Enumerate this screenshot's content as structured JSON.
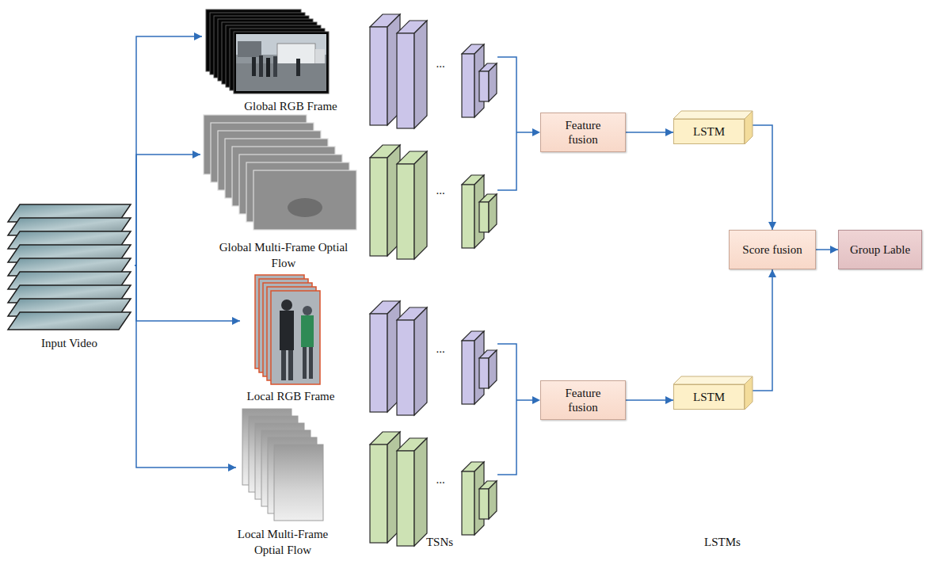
{
  "diagram": {
    "nodes": [
      {
        "text": [
          "Input Video"
        ]
      },
      {
        "text": [
          "Global RGB Frame"
        ]
      },
      {
        "text": [
          "Global Multi-Frame Optial Flow"
        ]
      },
      {
        "text": [
          "Local RGB Frame"
        ]
      },
      {
        "text": [
          "Local Multi-Frame Optial Flow"
        ]
      },
      {
        "text": [
          "Feature fusion"
        ]
      },
      {
        "text": [
          "LSTM"
        ]
      },
      {
        "text": [
          "Feature fusion"
        ]
      },
      {
        "text": [
          "LSTM"
        ]
      },
      {
        "text": [
          "Score fusion"
        ]
      },
      {
        "text": [
          "Group Lable"
        ]
      }
    ],
    "edges": [
      {
        "from": 0,
        "to": 1,
        "arrow": "to"
      },
      {
        "from": 0,
        "to": 2,
        "arrow": "to"
      },
      {
        "from": 0,
        "to": 3,
        "arrow": "to"
      },
      {
        "from": 0,
        "to": 4,
        "arrow": "to"
      },
      {
        "from": 5,
        "to": 6,
        "arrow": "to"
      },
      {
        "from": 6,
        "to": 9,
        "arrow": "to"
      },
      {
        "from": 7,
        "to": 8,
        "arrow": "to"
      },
      {
        "from": 8,
        "to": 9,
        "arrow": "to"
      },
      {
        "from": 9,
        "to": 10,
        "arrow": "to"
      }
    ],
    "labels": [
      "...",
      "...",
      "...",
      "...",
      "TSNs",
      "LSTMs"
    ]
  }
}
